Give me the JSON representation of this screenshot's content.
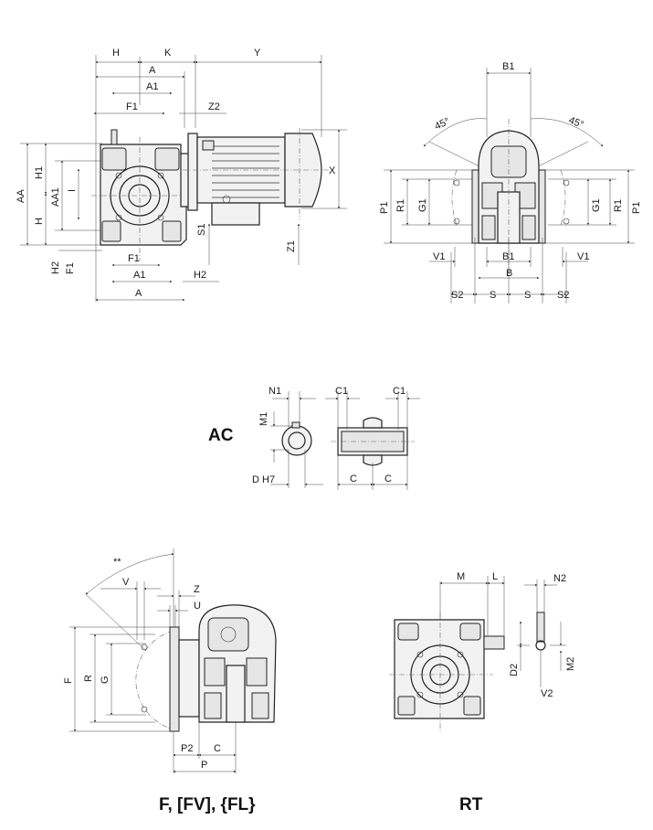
{
  "view_top_left": {
    "labels": [
      "H",
      "K",
      "Y",
      "A",
      "A1",
      "F1",
      "Z2",
      "X",
      "AA",
      "H1",
      "AA1",
      "I",
      "H",
      "S1",
      "Z1",
      "H2",
      "F1",
      "F1",
      "A1",
      "H2",
      "A"
    ]
  },
  "view_top_right": {
    "labels": [
      "B1",
      "45°",
      "45°",
      "P1",
      "R1",
      "G1",
      "G1",
      "R1",
      "P1",
      "V1",
      "B1",
      "V1",
      "B",
      "S2",
      "S",
      "S",
      "S2"
    ]
  },
  "view_ac": {
    "caption": "AC",
    "labels": [
      "N1",
      "M1",
      "D H7",
      "C1",
      "C1",
      "C",
      "C"
    ]
  },
  "view_f": {
    "caption": "F, [FV], {FL}",
    "labels": [
      "**",
      "V",
      "Z",
      "U",
      "F",
      "R",
      "G",
      "P2",
      "C",
      "P"
    ]
  },
  "view_rt": {
    "caption": "RT",
    "labels": [
      "M",
      "L",
      "N2",
      "D2",
      "M2",
      "V2"
    ]
  }
}
